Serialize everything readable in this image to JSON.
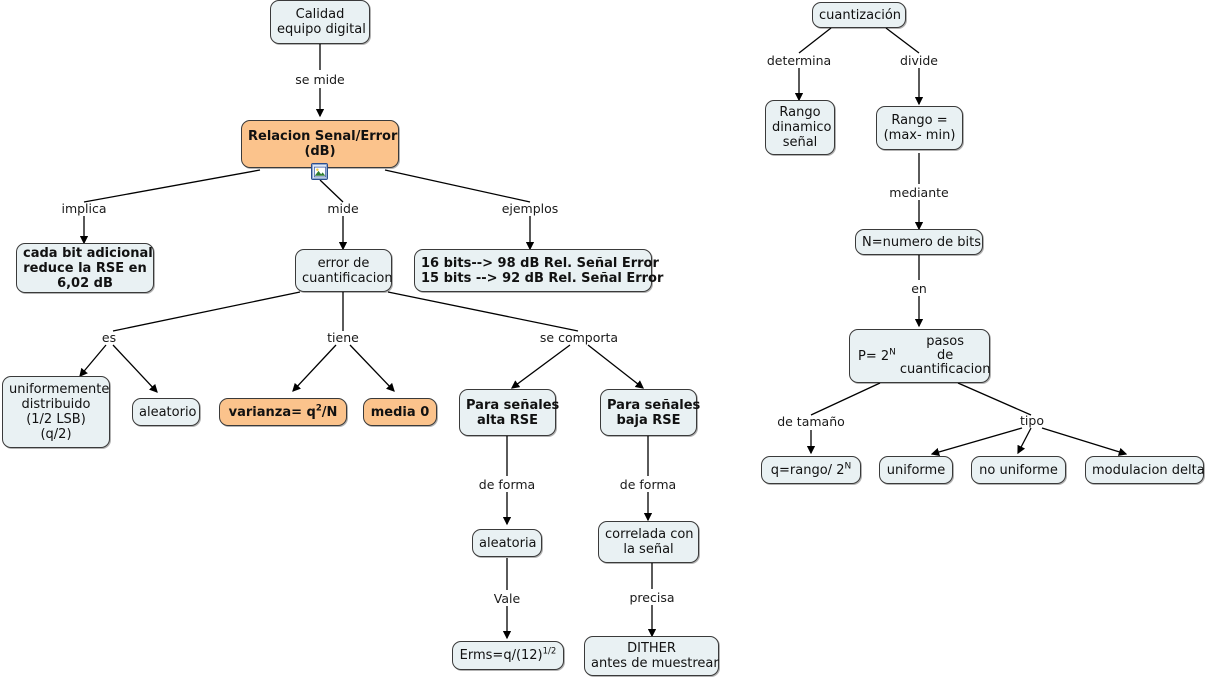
{
  "diagram": {
    "title": "Calidad equipo digital - cuantización",
    "colors": {
      "node_fill": "#e9f1f3",
      "node_highlight_fill": "#fbc38c",
      "node_border": "#3a3a3a",
      "edge_stroke": "#000000",
      "text": "#111111"
    },
    "nodes": [
      {
        "id": "calidad",
        "label": "Calidad\nequipo digital",
        "style": "plain"
      },
      {
        "id": "rse",
        "label": "Relacion Senal/Error\n(dB)",
        "style": "highlight"
      },
      {
        "id": "cadabit",
        "label": "cada bit adicional\nreduce la RSE en\n6,02 dB",
        "style": "bold"
      },
      {
        "id": "errorcuant",
        "label": "error de\ncuantificacion",
        "style": "plain"
      },
      {
        "id": "ejemplos_bits",
        "label": "16 bits--> 98 dB Rel. Señal Error\n15 bits --> 92 dB Rel. Señal Error",
        "style": "bold"
      },
      {
        "id": "uniformemente",
        "label": "uniformemente\ndistribuido\n(1/2 LSB)\n(q/2)",
        "style": "plain"
      },
      {
        "id": "aleatorio",
        "label": "aleatorio",
        "style": "plain"
      },
      {
        "id": "varianza",
        "label": "varianza= q²/N",
        "style": "highlight"
      },
      {
        "id": "media0",
        "label": "media 0",
        "style": "highlight"
      },
      {
        "id": "altarse",
        "label": "Para señales\nalta RSE",
        "style": "bold"
      },
      {
        "id": "bajarse",
        "label": "Para señales\nbaja RSE",
        "style": "bold"
      },
      {
        "id": "aleatoria",
        "label": "aleatoria",
        "style": "plain"
      },
      {
        "id": "correlada",
        "label": "correlada con\nla señal",
        "style": "plain"
      },
      {
        "id": "erms",
        "label": "Erms=q/(12)^1/2",
        "style": "plain"
      },
      {
        "id": "dither",
        "label": "DITHER\nantes de muestrear",
        "style": "plain"
      },
      {
        "id": "cuantizacion",
        "label": "cuantización",
        "style": "plain"
      },
      {
        "id": "rangodin",
        "label": "Rango\ndinamico\nseñal",
        "style": "plain"
      },
      {
        "id": "rangomax",
        "label": "Rango =\n(max- min)",
        "style": "plain"
      },
      {
        "id": "nbits",
        "label": "N=numero de bits",
        "style": "plain"
      },
      {
        "id": "pasos",
        "label": "P= 2^N   pasos de cuantificacion",
        "style": "plain"
      },
      {
        "id": "qrango",
        "label": "q=rango/2^N",
        "style": "plain"
      },
      {
        "id": "uniforme",
        "label": "uniforme",
        "style": "plain"
      },
      {
        "id": "nouniforme",
        "label": "no uniforme",
        "style": "plain"
      },
      {
        "id": "moddelta",
        "label": "modulacion delta",
        "style": "plain"
      }
    ],
    "edge_labels": [
      {
        "id": "se_mide",
        "text": "se mide"
      },
      {
        "id": "implica",
        "text": "implica"
      },
      {
        "id": "mide",
        "text": "mide"
      },
      {
        "id": "ejemplos",
        "text": "ejemplos"
      },
      {
        "id": "es",
        "text": "es"
      },
      {
        "id": "tiene",
        "text": "tiene"
      },
      {
        "id": "se_comporta",
        "text": "se comporta"
      },
      {
        "id": "de_forma_1",
        "text": "de forma"
      },
      {
        "id": "de_forma_2",
        "text": "de forma"
      },
      {
        "id": "vale",
        "text": "Vale"
      },
      {
        "id": "precisa",
        "text": "precisa"
      },
      {
        "id": "determina",
        "text": "determina"
      },
      {
        "id": "divide",
        "text": "divide"
      },
      {
        "id": "mediante",
        "text": "mediante"
      },
      {
        "id": "en",
        "text": "en"
      },
      {
        "id": "de_tamano",
        "text": "de tamaño"
      },
      {
        "id": "tipo",
        "text": "tipo"
      }
    ],
    "node_text": {
      "calidad_l1": "Calidad",
      "calidad_l2": "equipo digital",
      "rse_l1": "Relacion Senal/Error",
      "rse_l2": "(dB)",
      "cadabit_l1": "cada bit adicional",
      "cadabit_l2": "reduce la RSE en",
      "cadabit_l3": "6,02 dB",
      "errorcuant_l1": "error de",
      "errorcuant_l2": "cuantificacion",
      "bits_l1": "16 bits--> 98 dB Rel. Señal Error",
      "bits_l2": "15 bits --> 92 dB Rel. Señal Error",
      "uniformemente_l1": "uniformemente",
      "uniformemente_l2": "distribuido",
      "uniformemente_l3": "(1/2 LSB)",
      "uniformemente_l4": "(q/2)",
      "aleatorio": "aleatorio",
      "varianza_pre": "varianza= q",
      "varianza_sup": "2",
      "varianza_post": "/N",
      "media0": "media 0",
      "altarse_l1": "Para señales",
      "altarse_l2": "alta RSE",
      "bajarse_l1": "Para señales",
      "bajarse_l2": "baja RSE",
      "aleatoria": "aleatoria",
      "correlada_l1": "correlada con",
      "correlada_l2": "la señal",
      "erms_pre": "Erms=q/(12)",
      "erms_sup": "1/2",
      "dither_l1": "DITHER",
      "dither_l2": "antes de muestrear",
      "cuantizacion": "cuantización",
      "rangodin_l1": "Rango",
      "rangodin_l2": "dinamico",
      "rangodin_l3": "señal",
      "rangomax_l1": "Rango =",
      "rangomax_l2": "(max- min)",
      "nbits": "N=numero de bits",
      "pasos_pre": "P= 2",
      "pasos_sup": "N",
      "pasos_l1": "pasos",
      "pasos_l2": "de",
      "pasos_l3": "cuantificacion",
      "qrango_pre": "q=rango/ 2",
      "qrango_sup": "N",
      "uniforme": "uniforme",
      "nouniforme": "no uniforme",
      "moddelta": "modulacion delta"
    },
    "badge": {
      "name": "image-attachment-icon"
    }
  }
}
